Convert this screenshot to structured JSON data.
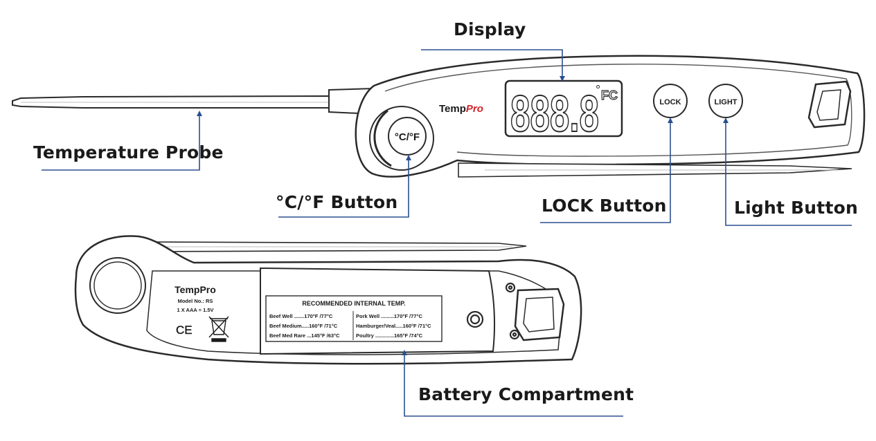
{
  "callouts": {
    "display": "Display",
    "temperature_probe": "Temperature Probe",
    "cf_button": "°C/°F Button",
    "lock_button": "LOCK Button",
    "light_button": "Light Button",
    "battery_compartment": "Battery Compartment"
  },
  "thermometer_front": {
    "brand_temp": "Temp",
    "brand_pro": "Pro",
    "cf_label": "°C/°F",
    "lock_label": "LOCK",
    "light_label": "LIGHT",
    "display_digits": "888.8",
    "degree_symbol": "°",
    "fc_indicator": "FC"
  },
  "thermometer_back": {
    "brand": "TempPro",
    "model": "Model No.: RS",
    "battery": "1 X AAA = 1.5V",
    "ce_mark": "CE",
    "table_title": "RECOMMENDED INTERNAL TEMP.",
    "rows_left": [
      "Beef Well .......170°F /77°C",
      "Beef Medium.....160°F /71°C",
      "Beef Med Rare ...145°F /63°C"
    ],
    "rows_right": [
      "Pork Well .........170°F /77°C",
      "Hamburger/Veal.....160°F /71°C",
      "Poultry .............165°F /74°C"
    ]
  },
  "colors": {
    "leader_line": "#2b4f8f",
    "outline": "#2a2a2a",
    "brand_red": "#d2232a",
    "label_text": "#1a1a1a"
  }
}
